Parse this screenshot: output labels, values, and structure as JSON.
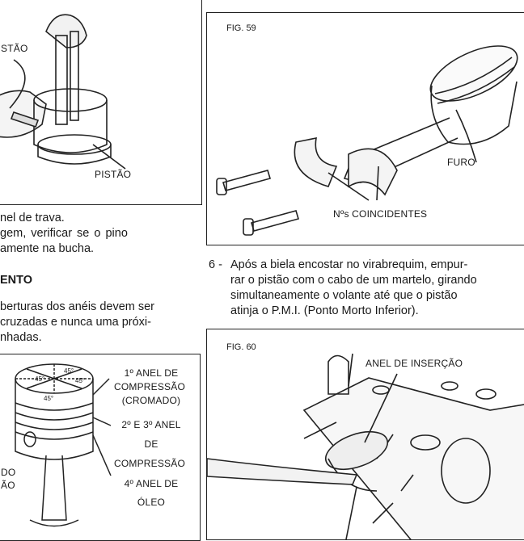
{
  "left": {
    "fig_top": {
      "label_partial": "STÃO",
      "label_piston": "PISTÃO"
    },
    "text_lines": [
      "nel de trava.",
      "gem,  verificar  se  o  pino",
      "amente na bucha."
    ],
    "heading": "ENTO",
    "text2_lines": [
      "berturas dos anéis devem ser",
      "cruzadas e nunca uma próxi-",
      "nhadas."
    ],
    "fig_bottom": {
      "angles": [
        "45°",
        "45°",
        "45°",
        "45°"
      ],
      "ring_labels": [
        "1º ANEL DE",
        "COMPRESSÃO",
        "(CROMADO)",
        "2º E 3º ANEL",
        "DE",
        "COMPRESSÃO",
        "4º ANEL DE",
        "ÓLEO"
      ],
      "side_partial": [
        "DO",
        "ÃO"
      ]
    }
  },
  "right": {
    "fig59": {
      "title": "FIG. 59",
      "furo": "FURO",
      "coincidentes": "Nºs COINCIDENTES"
    },
    "step6": {
      "number": "6 -",
      "lines": [
        "Após a biela encostar no virabrequim, empur-",
        "rar o pistão com o cabo de um martelo, girando",
        "simultaneamente o volante até que o pistão",
        "atinja o P.M.I. (Ponto Morto Inferior)."
      ]
    },
    "fig60": {
      "title": "FIG. 60",
      "anel": "ANEL DE INSERÇÃO"
    }
  }
}
